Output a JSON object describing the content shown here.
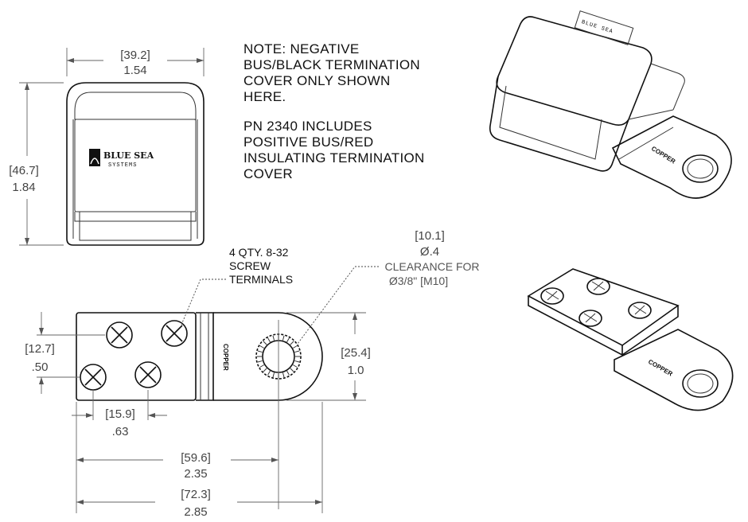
{
  "note": {
    "lines": [
      "NOTE: NEGATIVE",
      "BUS/BLACK TERMINATION",
      "COVER ONLY SHOWN",
      "HERE."
    ],
    "pn_lines": [
      "PN 2340 INCLUDES",
      "POSITIVE BUS/RED",
      "INSULATING TERMINATION",
      "COVER"
    ]
  },
  "dimensions": {
    "width_cover": {
      "mm": "[39.2]",
      "in": "1.54"
    },
    "height_cover": {
      "mm": "[46.7]",
      "in": "1.84"
    },
    "terminal_pitch_v": {
      "mm": "[12.7]",
      "in": ".50"
    },
    "terminal_pitch_h": {
      "mm": "[15.9]",
      "in": ".63"
    },
    "lug_width": {
      "mm": "[25.4]",
      "in": "1.0"
    },
    "to_hole_center": {
      "mm": "[59.6]",
      "in": "2.35"
    },
    "overall_length": {
      "mm": "[72.3]",
      "in": "2.85"
    },
    "hole": {
      "mm": "[10.1]",
      "in": "Ø.4",
      "clearance_label": "CLEARANCE FOR",
      "clearance_value": "Ø3/8\" [M10]"
    }
  },
  "screw_callout": {
    "lines": [
      "4 QTY.  8-32",
      "SCREW",
      "TERMINALS"
    ]
  },
  "logo": {
    "brand": "BLUE SEA",
    "sub": "SYSTEMS"
  },
  "stamp": "COPPER"
}
